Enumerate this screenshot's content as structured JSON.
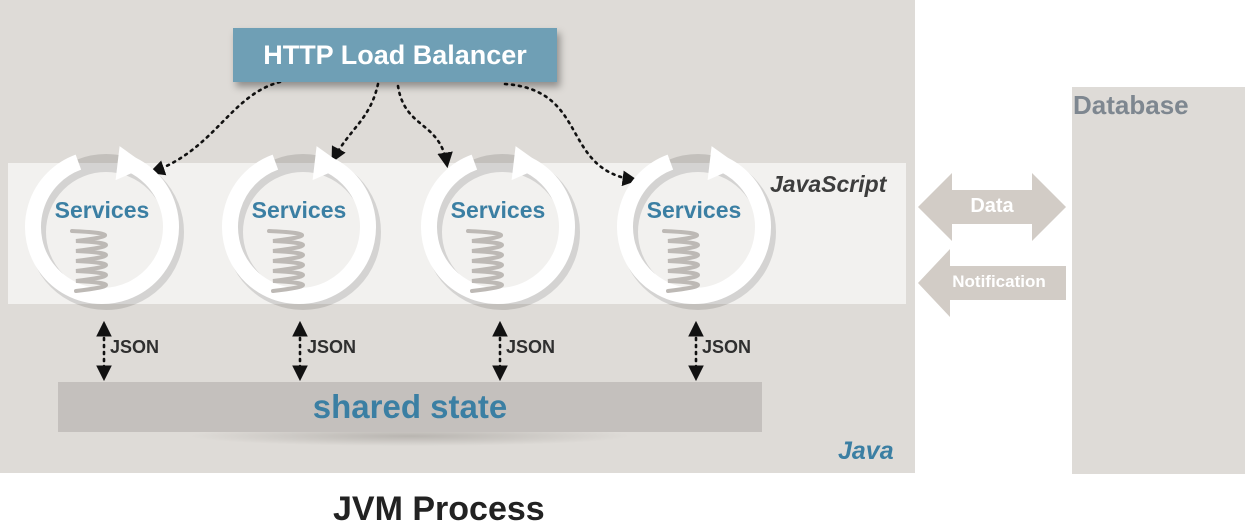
{
  "load_balancer": {
    "label": "HTTP Load Balancer"
  },
  "runtime": {
    "javascript_label": "JavaScript",
    "java_label": "Java"
  },
  "services": [
    {
      "label": "Services",
      "json_label": "JSON"
    },
    {
      "label": "Services",
      "json_label": "JSON"
    },
    {
      "label": "Services",
      "json_label": "JSON"
    },
    {
      "label": "Services",
      "json_label": "JSON"
    }
  ],
  "shared_state": {
    "label": "shared state"
  },
  "jvm": {
    "label": "JVM Process"
  },
  "database": {
    "label": "Database",
    "data_arrow_label": "Data",
    "notification_arrow_label": "Notification",
    "no_sql_icon": "no-sql-icon",
    "db_icon": "database-cylinder-icon"
  },
  "colors": {
    "panel": "#dedbd7",
    "band": "#f2f1ef",
    "load_balancer": "#6f9fb5",
    "accent_blue": "#3b7fa3",
    "shared_state": "#c4c0bd",
    "arrow_grey": "#d2ccc6",
    "no_sign_red": "#e01010",
    "db_blue": "#2f8fd8"
  }
}
